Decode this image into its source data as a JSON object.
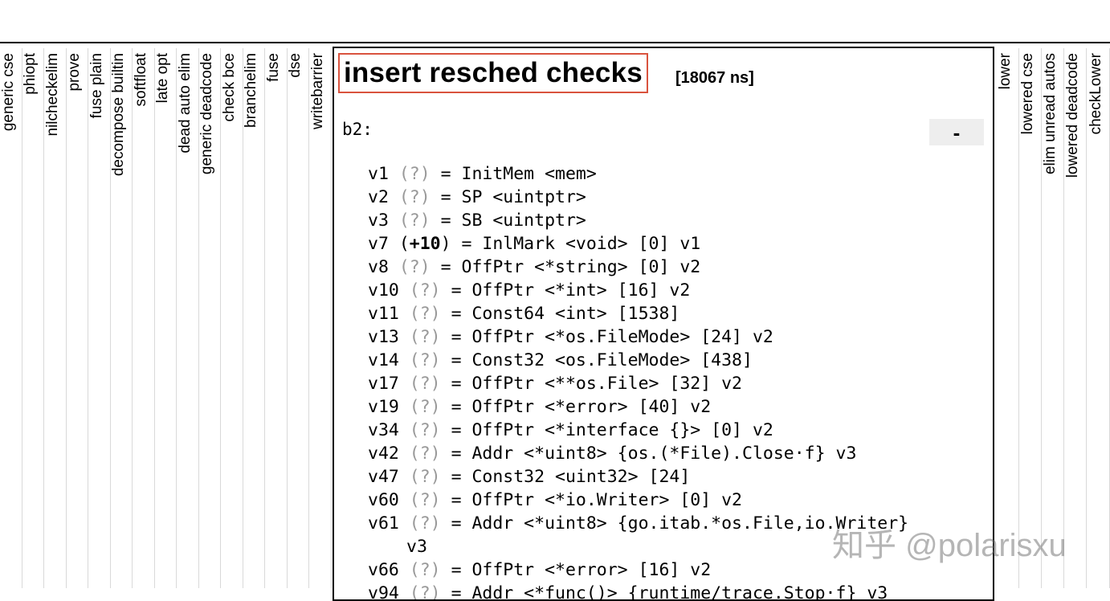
{
  "left_passes": [
    "generic cse",
    "phiopt",
    "nilcheckelim",
    "prove",
    "fuse plain",
    "decompose builtin",
    "softfloat",
    "late opt",
    "dead auto elim",
    "generic deadcode",
    "check bce",
    "branchelim",
    "fuse",
    "dse",
    "writebarrier"
  ],
  "right_passes": [
    "lower",
    "lowered cse",
    "elim unread autos",
    "lowered deadcode",
    "checkLower"
  ],
  "pass": {
    "title": "insert resched checks",
    "time": "[18067 ns]"
  },
  "block": {
    "label": "b2:",
    "collapse": "-"
  },
  "values": [
    {
      "pre": "v1 ",
      "tag": "(?)",
      "bold": false,
      "post": " = InitMem <mem>"
    },
    {
      "pre": "v2 ",
      "tag": "(?)",
      "bold": false,
      "post": " = SP <uintptr>"
    },
    {
      "pre": "v3 ",
      "tag": "(?)",
      "bold": false,
      "post": " = SB <uintptr>"
    },
    {
      "pre": "v7 (",
      "tag": "+10",
      "bold": true,
      "post": ") = InlMark <void> [0] v1"
    },
    {
      "pre": "v8 ",
      "tag": "(?)",
      "bold": false,
      "post": " = OffPtr <*string> [0] v2"
    },
    {
      "pre": "v10 ",
      "tag": "(?)",
      "bold": false,
      "post": " = OffPtr <*int> [16] v2"
    },
    {
      "pre": "v11 ",
      "tag": "(?)",
      "bold": false,
      "post": " = Const64 <int> [1538]"
    },
    {
      "pre": "v13 ",
      "tag": "(?)",
      "bold": false,
      "post": " = OffPtr <*os.FileMode> [24] v2"
    },
    {
      "pre": "v14 ",
      "tag": "(?)",
      "bold": false,
      "post": " = Const32 <os.FileMode> [438]"
    },
    {
      "pre": "v17 ",
      "tag": "(?)",
      "bold": false,
      "post": " = OffPtr <**os.File> [32] v2"
    },
    {
      "pre": "v19 ",
      "tag": "(?)",
      "bold": false,
      "post": " = OffPtr <*error> [40] v2"
    },
    {
      "pre": "v34 ",
      "tag": "(?)",
      "bold": false,
      "post": " = OffPtr <*interface {}> [0] v2"
    },
    {
      "pre": "v42 ",
      "tag": "(?)",
      "bold": false,
      "post": " = Addr <*uint8> {os.(*File).Close·f} v3"
    },
    {
      "pre": "v47 ",
      "tag": "(?)",
      "bold": false,
      "post": " = Const32 <uint32> [24]"
    },
    {
      "pre": "v60 ",
      "tag": "(?)",
      "bold": false,
      "post": " = OffPtr <*io.Writer> [0] v2"
    },
    {
      "pre": "v61 ",
      "tag": "(?)",
      "bold": false,
      "post": " = Addr <*uint8> {go.itab.*os.File,io.Writer}",
      "cont": "v3"
    },
    {
      "pre": "v66 ",
      "tag": "(?)",
      "bold": false,
      "post": " = OffPtr <*error> [16] v2"
    },
    {
      "pre": "v94 ",
      "tag": "(?)",
      "bold": false,
      "post": " = Addr <*func()> {runtime/trace.Stop·f} v3"
    }
  ],
  "watermark": "知乎 @polarisxu"
}
